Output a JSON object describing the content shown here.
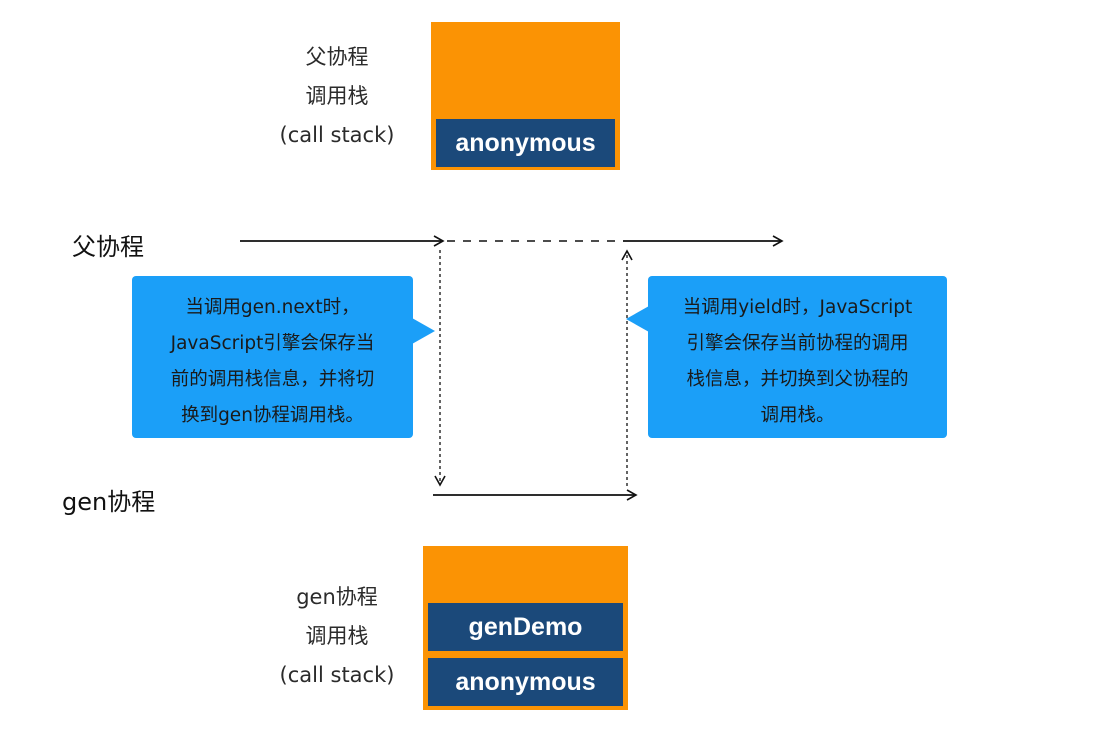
{
  "parent_stack": {
    "caption": [
      "父协程",
      "调用栈",
      "(call stack)"
    ],
    "frames": [
      "anonymous"
    ]
  },
  "gen_stack": {
    "caption": [
      "gen协程",
      "调用栈",
      "(call stack)"
    ],
    "frames": [
      "genDemo",
      "anonymous"
    ]
  },
  "timeline": {
    "parent_label": "父协程",
    "gen_label": "gen协程"
  },
  "bubbles": {
    "next": [
      "当调用gen.next时，",
      "JavaScript引擎会保存当",
      "前的调用栈信息，并将切",
      "换到gen协程调用栈。"
    ],
    "yield": [
      "当调用yield时，JavaScript",
      "引擎会保存当前协程的调用",
      "栈信息，并切换到父协程的",
      "调用栈。"
    ]
  },
  "colors": {
    "stack_bg": "#fb9304",
    "frame_bg": "#1b497a",
    "bubble_bg": "#1b9ff8",
    "line": "#111111"
  }
}
